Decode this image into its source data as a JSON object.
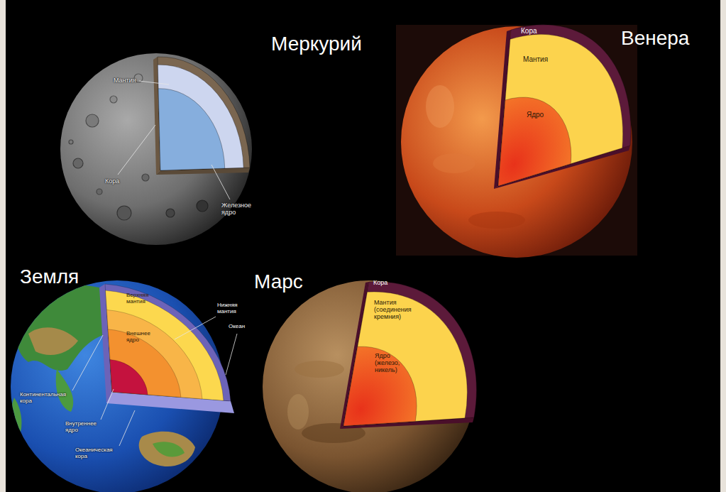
{
  "diagram": {
    "labels": [
      "Меркурий",
      "Мантия",
      "Кора",
      "Железное ядро",
      "Венера",
      "Кора",
      "Мантия",
      "Ядро",
      "Земля",
      "Верхняя мантия",
      "Нижняя мантия",
      "Внешнее ядро",
      "Океан",
      "Континентальная кора",
      "Внутреннее ядро",
      "Океаническая кора",
      "Марс",
      "Кора",
      "Мантия (соединения кремния)",
      "Ядро (железо, никель)"
    ]
  }
}
